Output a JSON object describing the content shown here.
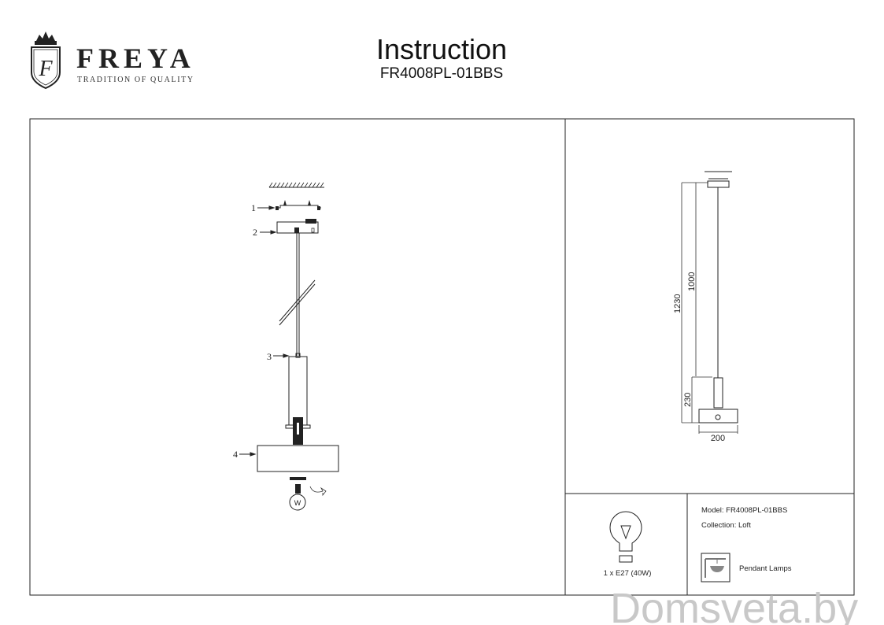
{
  "header": {
    "brand": "FREYA",
    "tagline": "TRADITION OF QUALITY",
    "title": "Instruction",
    "model_code": "FR4008PL-01BBS"
  },
  "assembly": {
    "part_labels": [
      "1",
      "2",
      "3",
      "4"
    ],
    "bulb_mark": "W"
  },
  "dimensions": {
    "total_height": "1230",
    "cable_length": "1000",
    "shade_height": "230",
    "shade_width": "200"
  },
  "spec": {
    "bulb": "1 x E27 (40W)",
    "model": "Model: FR4008PL-01BBS",
    "collection": "Collection: Loft",
    "type": "Pendant Lamps"
  },
  "watermark": "Domsveta.by",
  "colors": {
    "line": "#222222",
    "watermark": "#c8c8c8"
  }
}
